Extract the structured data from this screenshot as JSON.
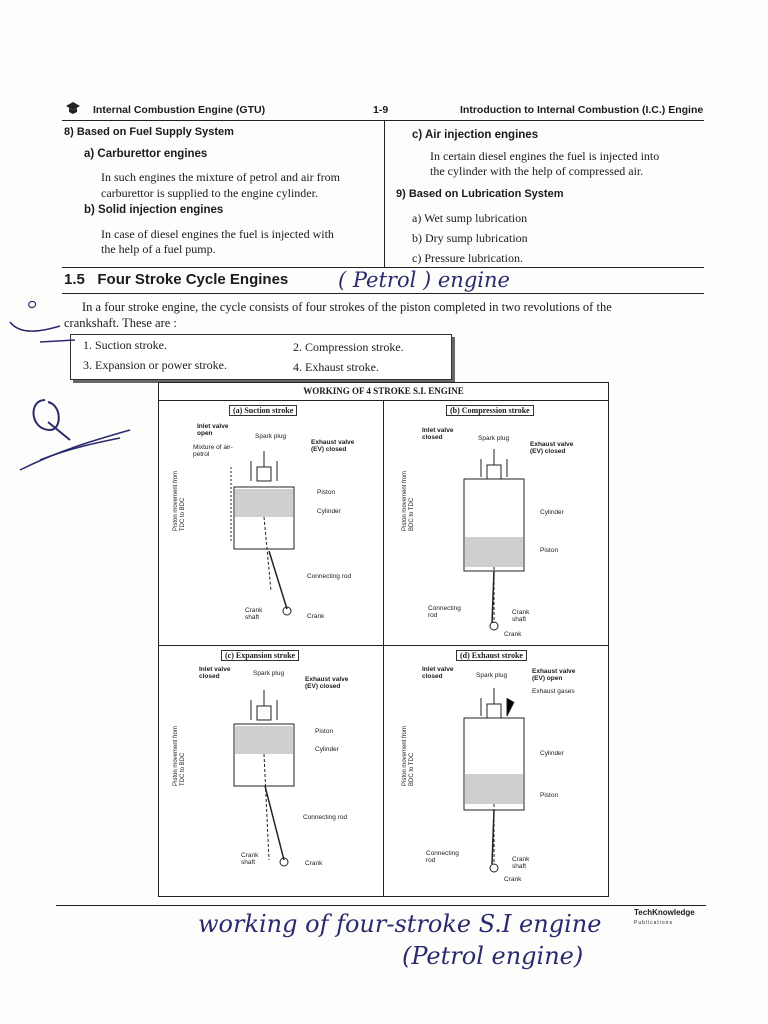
{
  "header": {
    "left": "Internal Combustion Engine (GTU)",
    "center": "1-9",
    "right": "Introduction to Internal Combustion (I.C.) Engine"
  },
  "left_col": {
    "sec8": "8)   Based on Fuel Supply System",
    "a_title": "a)  Carburettor engines",
    "a_text": [
      "In such engines the mixture of petrol and air from",
      "carburettor is supplied to the engine cylinder."
    ],
    "b_title": "b)  Solid injection engines",
    "b_text": [
      "In case of diesel engines the fuel is injected with",
      "the help of a fuel pump."
    ]
  },
  "right_col": {
    "c_title": "c)  Air injection engines",
    "c_text": [
      "In certain diesel engines the fuel is injected into",
      "the cylinder with the help of compressed air."
    ],
    "sec9": "9)    Based on Lubrication System",
    "items": [
      "a)  Wet sump lubrication",
      "b)  Dry sump lubrication",
      "c)  Pressure lubrication."
    ]
  },
  "section": {
    "number": "1.5",
    "title": "Four Stroke Cycle Engines",
    "intro": [
      "In a four stroke engine, the cycle consists of four strokes of the piston completed in two revolutions of the",
      "crankshaft. These are :"
    ]
  },
  "strokes": [
    "1.  Suction stroke.",
    "2.   Compression stroke.",
    "3.  Expansion or power stroke.",
    "4.   Exhaust stroke."
  ],
  "figure": {
    "title": "WORKING OF 4 STROKE S.I. ENGINE",
    "panels": [
      {
        "title": "(a) Suction stroke",
        "axis": "Piston movement from TDC to BDC",
        "labels": [
          "Inlet valve open",
          "Spark plug",
          "Mixture of air-petrol",
          "Exhaust valve (EV) closed",
          "Piston",
          "Cylinder",
          "Connecting rod",
          "Crank shaft",
          "Crank"
        ]
      },
      {
        "title": "(b) Compression stroke",
        "axis": "Piston movement from BDC to TDC",
        "labels": [
          "Inlet valve closed",
          "Spark plug",
          "Exhaust valve (EV) closed",
          "Cylinder",
          "Piston",
          "Connecting rod",
          "Crank shaft",
          "Crank"
        ]
      },
      {
        "title": "(c) Expansion stroke",
        "axis": "Piston movement from TDC to BDC",
        "labels": [
          "Inlet valve closed",
          "Spark plug",
          "Exhaust valve (EV) closed",
          "Piston",
          "Cylinder",
          "Connecting rod",
          "Crank shaft",
          "Crank"
        ]
      },
      {
        "title": "(d) Exhaust stroke",
        "axis": "Piston movement from BDC to TDC",
        "labels": [
          "Inlet valve closed",
          "Spark plug",
          "Exhaust valve (EV) open",
          "Exhaust gases",
          "Cylinder",
          "Piston",
          "Connecting rod",
          "Crank shaft",
          "Crank"
        ]
      }
    ]
  },
  "handwriting": {
    "heading_note": "( Petrol ) engine",
    "caption1": "working of four-stroke S.I engine",
    "caption2": "(Petrol engine)"
  },
  "publisher": {
    "name": "TechKnowledge",
    "sub": "Publications"
  }
}
